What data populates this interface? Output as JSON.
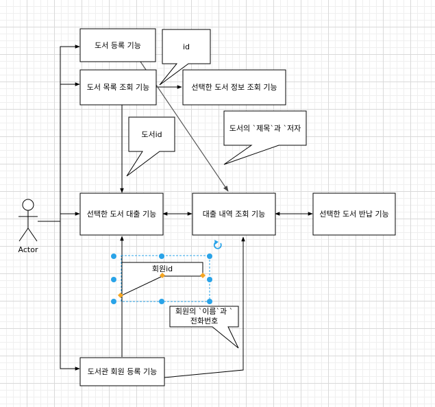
{
  "diagram": {
    "actor": {
      "label": "Actor"
    },
    "boxes": {
      "register_book": "도서 등록 기능",
      "list_books": "도서 목록 조회 기능",
      "book_info": "선택한 도서 정보 조회 기능",
      "borrow_book": "선택한 도서 대출 기능",
      "loan_history": "대출 내역 조회 기능",
      "return_book": "선택한 도서 반납 기능",
      "register_member": "도서관 회원 등록 기능"
    },
    "callouts": {
      "id": "id",
      "book_id": "도서id",
      "title_author": "도서의 `제목`과 `저자",
      "member_id": "회원id",
      "member_name_phone": "회원의 `이름`과 `\n전화번호"
    }
  },
  "colors": {
    "line": "#000000",
    "connector": "#555555",
    "selection": "#29a3e8",
    "handle": "#f5a623",
    "grid": "#d9d9d9"
  }
}
